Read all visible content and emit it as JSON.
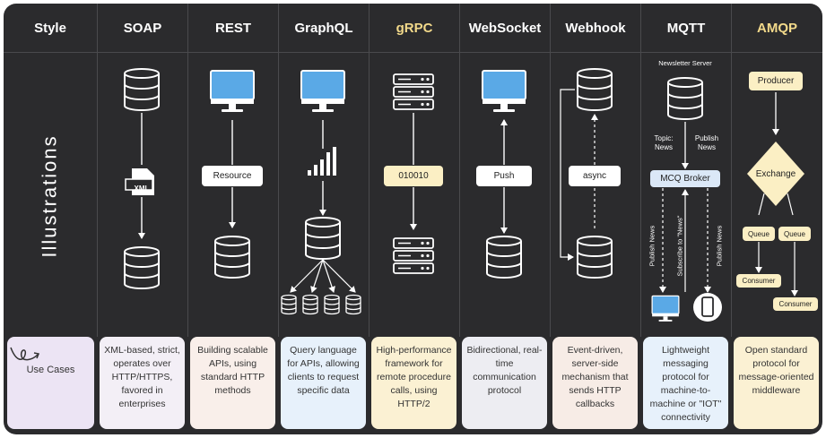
{
  "header": {
    "style_label": "Style",
    "columns": [
      "SOAP",
      "REST",
      "GraphQL",
      "gRPC",
      "WebSocket",
      "Webhook",
      "MQTT",
      "AMQP"
    ]
  },
  "illustrations_label": "Illustrations",
  "use_cases_label": "Use Cases",
  "use_cases": [
    "XML-based, strict, operates over HTTP/HTTPS, favored in enterprises",
    "Building scalable APIs, using standard HTTP methods",
    "Query language for APIs, allowing clients to request specific data",
    "High-performance framework for remote procedure calls, using HTTP/2",
    "Bidirectional, real-time communication protocol",
    "Event-driven, server-side mechanism that sends HTTP callbacks",
    "Lightweight messaging protocol for machine-to-machine or \"IOT\" connectivity",
    "Open standard protocol for message-oriented middleware"
  ],
  "diagram_labels": {
    "soap_file": "XML",
    "rest_box": "Resource",
    "grpc_box": "010010",
    "websocket_box": "Push",
    "webhook_box": "async",
    "mqtt_server": "Newsletter Server",
    "mqtt_topic": "Topic:\nNews",
    "mqtt_publish_top": "Publish\nNews",
    "mqtt_broker": "MCQ Broker",
    "mqtt_publish_left": "Publish News",
    "mqtt_subscribe": "Subscribe to \"News\"",
    "mqtt_publish_right": "Publish News",
    "amqp_producer": "Producer",
    "amqp_exchange": "Exchange",
    "amqp_queue1": "Queue",
    "amqp_queue2": "Queue",
    "amqp_consumer1": "Consumer",
    "amqp_consumer2": "Consumer"
  },
  "colors": {
    "panel": "#2b2b2d",
    "accent": "#f2d98a",
    "card_style": "#ece4f4",
    "card_soap": "#f3eff6",
    "card_rest": "#f9efea",
    "card_graphql": "#e7f1fb",
    "card_grpc": "#fbf1d3",
    "card_websocket": "#ededf2",
    "card_webhook": "#f7ece6",
    "card_mqtt": "#e7f1fb",
    "card_amqp": "#fbf1d3",
    "monitor": "#5aa9e6"
  }
}
